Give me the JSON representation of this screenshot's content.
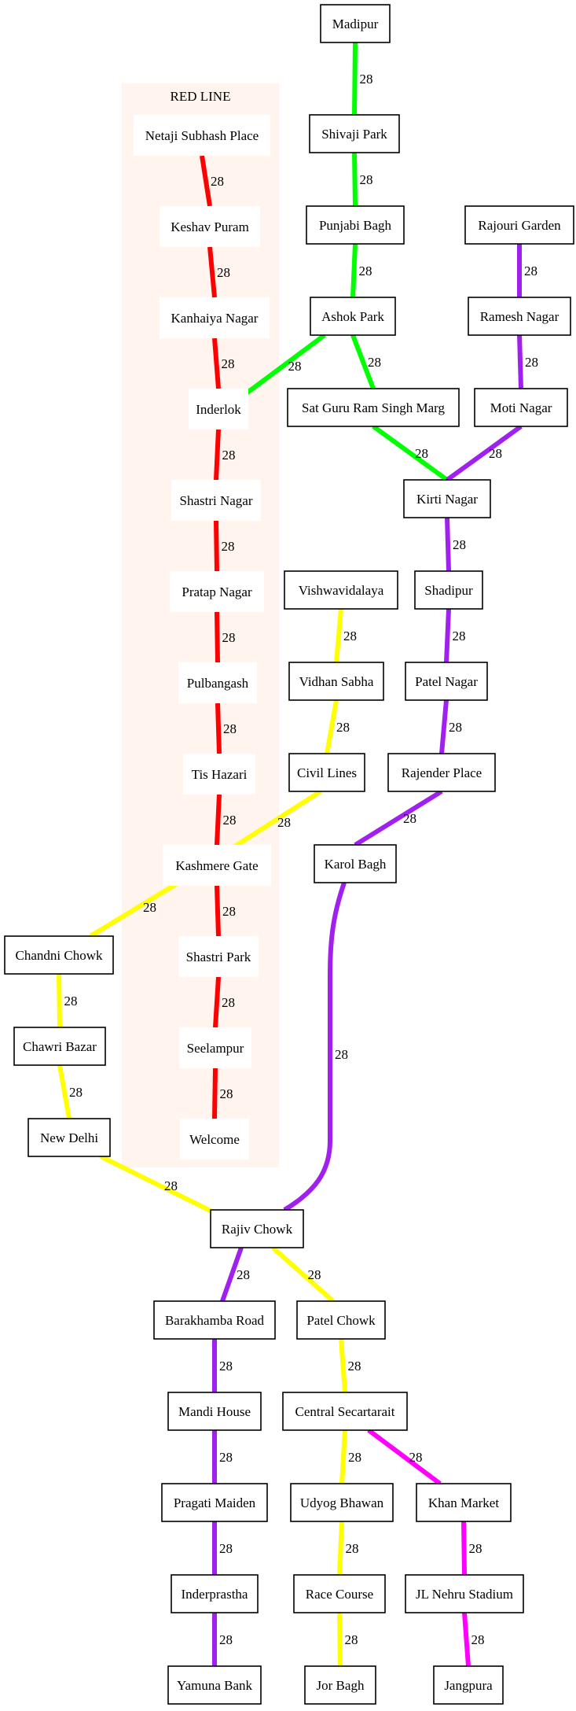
{
  "colors": {
    "red": "#ff0000",
    "green": "#00ff00",
    "purple": "#a020f0",
    "yellow": "#ffff00",
    "magenta": "#ff00ff",
    "cluster_fill": "#fff5ee"
  },
  "cluster": {
    "label": "RED LINE"
  },
  "stations": {
    "netaji": "Netaji Subhash Place",
    "keshav": "Keshav Puram",
    "kanhaiya": "Kanhaiya Nagar",
    "inderlok": "Inderlok",
    "shastri_nagar": "Shastri Nagar",
    "pratap": "Pratap Nagar",
    "pulbangash": "Pulbangash",
    "tis": "Tis Hazari",
    "kashmere": "Kashmere Gate",
    "shastri_park": "Shastri Park",
    "seelampur": "Seelampur",
    "welcome": "Welcome",
    "madipur": "Madipur",
    "shivaji": "Shivaji Park",
    "punjabi": "Punjabi Bagh",
    "ashok": "Ashok Park",
    "satguru": "Sat Guru Ram Singh Marg",
    "kirti": "Kirti Nagar",
    "rajouri": "Rajouri Garden",
    "ramesh": "Ramesh Nagar",
    "moti": "Moti Nagar",
    "shadipur": "Shadipur",
    "patel_nagar": "Patel Nagar",
    "rajender": "Rajender Place",
    "karol": "Karol Bagh",
    "vishwa": "Vishwavidalaya",
    "vidhan": "Vidhan Sabha",
    "civil": "Civil Lines",
    "chandni": "Chandni Chowk",
    "chawri": "Chawri Bazar",
    "newdelhi": "New Delhi",
    "rajiv": "Rajiv Chowk",
    "barakhamba": "Barakhamba Road",
    "mandi": "Mandi House",
    "pragati": "Pragati Maiden",
    "inderprastha": "Inderprastha",
    "yamuna": "Yamuna Bank",
    "patel_chowk": "Patel Chowk",
    "central": "Central Secartarait",
    "udyog": "Udyog Bhawan",
    "race": "Race Course",
    "jor": "Jor Bagh",
    "khan": "Khan Market",
    "jl": "JL Nehru Stadium",
    "jangpura": "Jangpura"
  },
  "edges": [
    {
      "from": "netaji",
      "to": "keshav",
      "line": "red",
      "label": "28"
    },
    {
      "from": "keshav",
      "to": "kanhaiya",
      "line": "red",
      "label": "28"
    },
    {
      "from": "kanhaiya",
      "to": "inderlok",
      "line": "red",
      "label": "28"
    },
    {
      "from": "inderlok",
      "to": "shastri_nagar",
      "line": "red",
      "label": "28"
    },
    {
      "from": "shastri_nagar",
      "to": "pratap",
      "line": "red",
      "label": "28"
    },
    {
      "from": "pratap",
      "to": "pulbangash",
      "line": "red",
      "label": "28"
    },
    {
      "from": "pulbangash",
      "to": "tis",
      "line": "red",
      "label": "28"
    },
    {
      "from": "tis",
      "to": "kashmere",
      "line": "red",
      "label": "28"
    },
    {
      "from": "kashmere",
      "to": "shastri_park",
      "line": "red",
      "label": "28"
    },
    {
      "from": "shastri_park",
      "to": "seelampur",
      "line": "red",
      "label": "28"
    },
    {
      "from": "seelampur",
      "to": "welcome",
      "line": "red",
      "label": "28"
    },
    {
      "from": "madipur",
      "to": "shivaji",
      "line": "green",
      "label": "28"
    },
    {
      "from": "shivaji",
      "to": "punjabi",
      "line": "green",
      "label": "28"
    },
    {
      "from": "punjabi",
      "to": "ashok",
      "line": "green",
      "label": "28"
    },
    {
      "from": "ashok",
      "to": "inderlok",
      "line": "green",
      "label": "28"
    },
    {
      "from": "ashok",
      "to": "satguru",
      "line": "green",
      "label": "28"
    },
    {
      "from": "satguru",
      "to": "kirti",
      "line": "green",
      "label": "28"
    },
    {
      "from": "rajouri",
      "to": "ramesh",
      "line": "purple",
      "label": "28"
    },
    {
      "from": "ramesh",
      "to": "moti",
      "line": "purple",
      "label": "28"
    },
    {
      "from": "moti",
      "to": "kirti",
      "line": "purple",
      "label": "28"
    },
    {
      "from": "kirti",
      "to": "shadipur",
      "line": "purple",
      "label": "28"
    },
    {
      "from": "shadipur",
      "to": "patel_nagar",
      "line": "purple",
      "label": "28"
    },
    {
      "from": "patel_nagar",
      "to": "rajender",
      "line": "purple",
      "label": "28"
    },
    {
      "from": "rajender",
      "to": "karol",
      "line": "purple",
      "label": "28"
    },
    {
      "from": "karol",
      "to": "rajiv",
      "line": "purple",
      "label": "28"
    },
    {
      "from": "vishwa",
      "to": "vidhan",
      "line": "yellow",
      "label": "28"
    },
    {
      "from": "vidhan",
      "to": "civil",
      "line": "yellow",
      "label": "28"
    },
    {
      "from": "civil",
      "to": "kashmere",
      "line": "yellow",
      "label": "28"
    },
    {
      "from": "kashmere",
      "to": "chandni",
      "line": "yellow",
      "label": "28"
    },
    {
      "from": "chandni",
      "to": "chawri",
      "line": "yellow",
      "label": "28"
    },
    {
      "from": "chawri",
      "to": "newdelhi",
      "line": "yellow",
      "label": "28"
    },
    {
      "from": "newdelhi",
      "to": "rajiv",
      "line": "yellow",
      "label": "28"
    },
    {
      "from": "rajiv",
      "to": "barakhamba",
      "line": "purple",
      "label": "28"
    },
    {
      "from": "barakhamba",
      "to": "mandi",
      "line": "purple",
      "label": "28"
    },
    {
      "from": "mandi",
      "to": "pragati",
      "line": "purple",
      "label": "28"
    },
    {
      "from": "pragati",
      "to": "inderprastha",
      "line": "purple",
      "label": "28"
    },
    {
      "from": "inderprastha",
      "to": "yamuna",
      "line": "purple",
      "label": "28"
    },
    {
      "from": "rajiv",
      "to": "patel_chowk",
      "line": "yellow",
      "label": "28"
    },
    {
      "from": "patel_chowk",
      "to": "central",
      "line": "yellow",
      "label": "28"
    },
    {
      "from": "central",
      "to": "udyog",
      "line": "yellow",
      "label": "28"
    },
    {
      "from": "udyog",
      "to": "race",
      "line": "yellow",
      "label": "28"
    },
    {
      "from": "race",
      "to": "jor",
      "line": "yellow",
      "label": "28"
    },
    {
      "from": "central",
      "to": "khan",
      "line": "magenta",
      "label": "28"
    },
    {
      "from": "khan",
      "to": "jl",
      "line": "magenta",
      "label": "28"
    },
    {
      "from": "jl",
      "to": "jangpura",
      "line": "magenta",
      "label": "28"
    }
  ]
}
